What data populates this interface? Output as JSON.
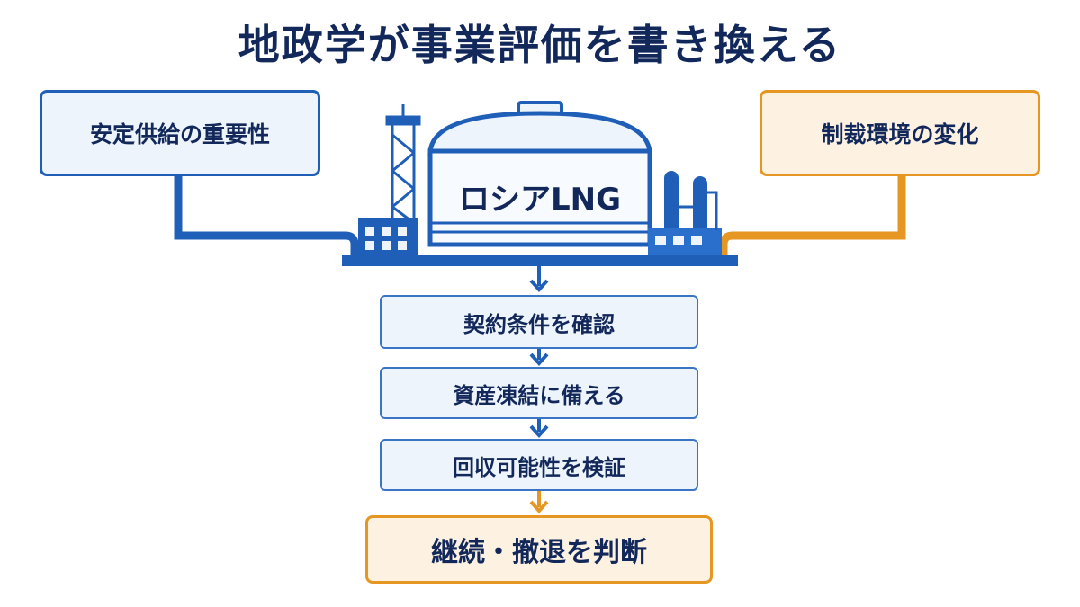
{
  "title": "地政学が事業評価を書き換える",
  "left_box": {
    "label": "安定供給の重要性"
  },
  "right_box": {
    "label": "制裁環境の変化"
  },
  "facility": {
    "label": "ロシアLNG"
  },
  "steps": [
    {
      "label": "契約条件を確認"
    },
    {
      "label": "資産凍結に備える"
    },
    {
      "label": "回収可能性を検証"
    }
  ],
  "final_step": {
    "label": "継続・撤退を判断"
  },
  "colors": {
    "navy": "#12285a",
    "blue": "#1f5fb8",
    "light_blue": "#eef4fc",
    "orange": "#e59623",
    "light_orange": "#fdf2e2"
  }
}
